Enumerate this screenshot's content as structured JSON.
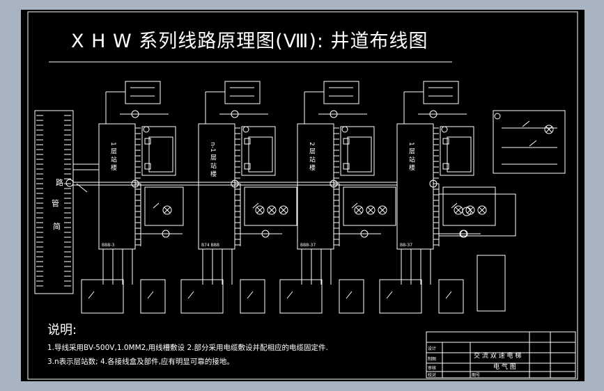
{
  "title": "X H W 系列线路原理图(Ⅷ): 井道布线图",
  "controller": {
    "label_chars": [
      "路",
      "管",
      "简"
    ]
  },
  "floor_units": [
    {
      "label": "1 层 站 楼",
      "code": "BBB-3"
    },
    {
      "label": "n-1 层 站 楼",
      "code": "B74 BBB"
    },
    {
      "label": "2 层 站 楼",
      "code": "BBB-37"
    },
    {
      "label": "1 层 站 楼",
      "code": "BB-37"
    }
  ],
  "notes": {
    "heading": "说明:",
    "line1": "1.导线采用BV-500V,1.0MM2,用线槽敷设    2.部分采用电缆敷设并配相应的电缆固定件.",
    "line2": "3.n表示层站数;    4.各接线盒及部件,应有明显可靠的接地。"
  },
  "title_block": {
    "project": "交 流 双 速 电 梯",
    "drawing": "电 气 图",
    "labels": [
      "设计",
      "制图",
      "审核",
      "校对",
      "图号"
    ]
  },
  "colors": {
    "line": "#ffffff",
    "background": "#000000",
    "frame": "#a9b4c2"
  }
}
